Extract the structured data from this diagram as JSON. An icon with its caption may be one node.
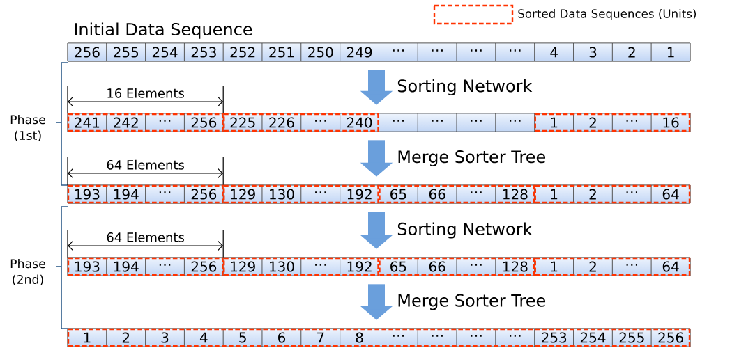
{
  "diagram": {
    "nodes": [
      {
        "text": [
          "Initial Data Sequence"
        ]
      },
      {
        "text": [
          "256"
        ],
        "in": 0
      },
      {
        "text": [
          "255"
        ],
        "in": 0
      },
      {
        "text": [
          "254"
        ],
        "in": 0
      },
      {
        "text": [
          "253"
        ],
        "in": 0
      },
      {
        "text": [
          "252"
        ],
        "in": 0
      },
      {
        "text": [
          "251"
        ],
        "in": 0
      },
      {
        "text": [
          "250"
        ],
        "in": 0
      },
      {
        "text": [
          "249"
        ],
        "in": 0
      },
      {
        "text": [
          "⋯"
        ],
        "in": 0
      },
      {
        "text": [
          "⋯"
        ],
        "in": 0
      },
      {
        "text": [
          "⋯"
        ],
        "in": 0
      },
      {
        "text": [
          "⋯"
        ],
        "in": 0
      },
      {
        "text": [
          "4"
        ],
        "in": 0
      },
      {
        "text": [
          "3"
        ],
        "in": 0
      },
      {
        "text": [
          "2"
        ],
        "in": 0
      },
      {
        "text": [
          "1"
        ],
        "in": 0
      },
      {
        "text": [],
        "shape": "bar"
      },
      {
        "text": [],
        "shape": "box",
        "in": 17
      },
      {
        "text": [
          "241"
        ],
        "in": 18
      },
      {
        "text": [
          "242"
        ],
        "in": 18
      },
      {
        "text": [
          "⋯"
        ],
        "in": 18
      },
      {
        "text": [
          "256"
        ],
        "in": 18
      },
      {
        "text": [],
        "shape": "box",
        "in": 17
      },
      {
        "text": [
          "225"
        ],
        "in": 23
      },
      {
        "text": [
          "226"
        ],
        "in": 23
      },
      {
        "text": [
          "⋯"
        ],
        "in": 23
      },
      {
        "text": [
          "240"
        ],
        "in": 23
      },
      {
        "text": [
          "⋯"
        ],
        "in": 17
      },
      {
        "text": [
          "⋯"
        ],
        "in": 17
      },
      {
        "text": [
          "⋯"
        ],
        "in": 17
      },
      {
        "text": [
          "⋯"
        ],
        "in": 17
      },
      {
        "text": [],
        "shape": "box",
        "in": 17
      },
      {
        "text": [
          "1"
        ],
        "in": 32
      },
      {
        "text": [
          "2"
        ],
        "in": 32
      },
      {
        "text": [
          "⋯"
        ],
        "in": 32
      },
      {
        "text": [
          "16"
        ],
        "in": 32
      },
      {
        "text": [],
        "shape": "bar"
      },
      {
        "text": [],
        "shape": "box",
        "in": 37
      },
      {
        "text": [
          "193"
        ],
        "in": 38
      },
      {
        "text": [
          "194"
        ],
        "in": 38
      },
      {
        "text": [
          "⋯"
        ],
        "in": 38
      },
      {
        "text": [
          "256"
        ],
        "in": 38
      },
      {
        "text": [],
        "shape": "box",
        "in": 37
      },
      {
        "text": [
          "129"
        ],
        "in": 43
      },
      {
        "text": [
          "130"
        ],
        "in": 43
      },
      {
        "text": [
          "⋯"
        ],
        "in": 43
      },
      {
        "text": [
          "192"
        ],
        "in": 43
      },
      {
        "text": [],
        "shape": "box",
        "in": 37
      },
      {
        "text": [
          "65"
        ],
        "in": 48
      },
      {
        "text": [
          "66"
        ],
        "in": 48
      },
      {
        "text": [
          "⋯"
        ],
        "in": 48
      },
      {
        "text": [
          "128"
        ],
        "in": 48
      },
      {
        "text": [],
        "shape": "box",
        "in": 37
      },
      {
        "text": [
          "1"
        ],
        "in": 53
      },
      {
        "text": [
          "2"
        ],
        "in": 53
      },
      {
        "text": [
          "⋯"
        ],
        "in": 53
      },
      {
        "text": [
          "64"
        ],
        "in": 53
      },
      {
        "text": [],
        "shape": "bar"
      },
      {
        "text": [],
        "shape": "box",
        "in": 58
      },
      {
        "text": [
          "193"
        ],
        "in": 59
      },
      {
        "text": [
          "194"
        ],
        "in": 59
      },
      {
        "text": [
          "⋯"
        ],
        "in": 59
      },
      {
        "text": [
          "256"
        ],
        "in": 59
      },
      {
        "text": [],
        "shape": "box",
        "in": 58
      },
      {
        "text": [
          "129"
        ],
        "in": 64
      },
      {
        "text": [
          "130"
        ],
        "in": 64
      },
      {
        "text": [
          "⋯"
        ],
        "in": 64
      },
      {
        "text": [
          "192"
        ],
        "in": 64
      },
      {
        "text": [],
        "shape": "box",
        "in": 58
      },
      {
        "text": [
          "65"
        ],
        "in": 69
      },
      {
        "text": [
          "66"
        ],
        "in": 69
      },
      {
        "text": [
          "⋯"
        ],
        "in": 69
      },
      {
        "text": [
          "128"
        ],
        "in": 69
      },
      {
        "text": [],
        "shape": "box",
        "in": 58
      },
      {
        "text": [
          "1"
        ],
        "in": 74
      },
      {
        "text": [
          "2"
        ],
        "in": 74
      },
      {
        "text": [
          "⋯"
        ],
        "in": 74
      },
      {
        "text": [
          "64"
        ],
        "in": 74
      },
      {
        "text": [],
        "shape": "bar"
      },
      {
        "text": [],
        "shape": "box",
        "in": 79
      },
      {
        "text": [
          "1"
        ],
        "in": 80
      },
      {
        "text": [
          "2"
        ],
        "in": 80
      },
      {
        "text": [
          "3"
        ],
        "in": 80
      },
      {
        "text": [
          "4"
        ],
        "in": 80
      },
      {
        "text": [
          "5"
        ],
        "in": 80
      },
      {
        "text": [
          "6"
        ],
        "in": 80
      },
      {
        "text": [
          "7"
        ],
        "in": 80
      },
      {
        "text": [
          "8"
        ],
        "in": 80
      },
      {
        "text": [
          "⋯"
        ],
        "in": 80
      },
      {
        "text": [
          "⋯"
        ],
        "in": 80
      },
      {
        "text": [
          "⋯"
        ],
        "in": 80
      },
      {
        "text": [
          "⋯"
        ],
        "in": 80
      },
      {
        "text": [
          "253"
        ],
        "in": 80
      },
      {
        "text": [
          "254"
        ],
        "in": 80
      },
      {
        "text": [
          "255"
        ],
        "in": 80
      },
      {
        "text": [
          "256"
        ],
        "in": 80
      }
    ],
    "edges": [
      {
        "from": 0,
        "to": 17,
        "arrow": "to",
        "label": "Sorting Network"
      },
      {
        "from": 17,
        "to": 37,
        "arrow": "to",
        "label": "Merge Sorter Tree"
      },
      {
        "from": 37,
        "to": 58,
        "arrow": "to",
        "label": "Sorting Network"
      },
      {
        "from": 58,
        "to": 79,
        "arrow": "to",
        "label": "Merge Sorter Tree"
      }
    ],
    "labels": [
      "16 Elements",
      "Phase (1st)",
      "64 Elements",
      "64 Elements",
      "Phase (2nd)"
    ],
    "legend": [
      {
        "text": "Sorted Data Sequences (Units)"
      }
    ]
  }
}
